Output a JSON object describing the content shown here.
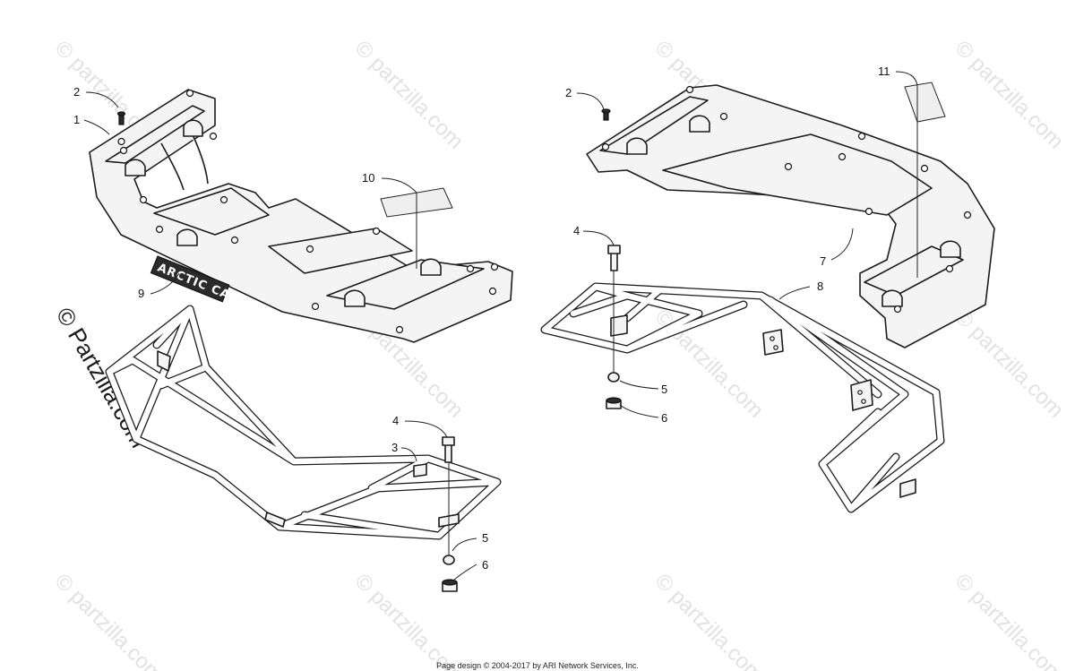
{
  "watermark": {
    "text": "© partzilla.com",
    "side_text": "© Partzilla.com"
  },
  "logo": {
    "text": "ARCTIC CAT"
  },
  "callouts": {
    "left": {
      "c1": "1",
      "c2": "2",
      "c3": "3",
      "c4": "4",
      "c5": "5",
      "c6": "6",
      "c9": "9",
      "c10": "10"
    },
    "right": {
      "c2": "2",
      "c4": "4",
      "c5": "5",
      "c6": "6",
      "c7": "7",
      "c8": "8",
      "c11": "11"
    }
  },
  "footer": {
    "text": "Page design © 2004-2017 by ARI Network Services, Inc."
  }
}
